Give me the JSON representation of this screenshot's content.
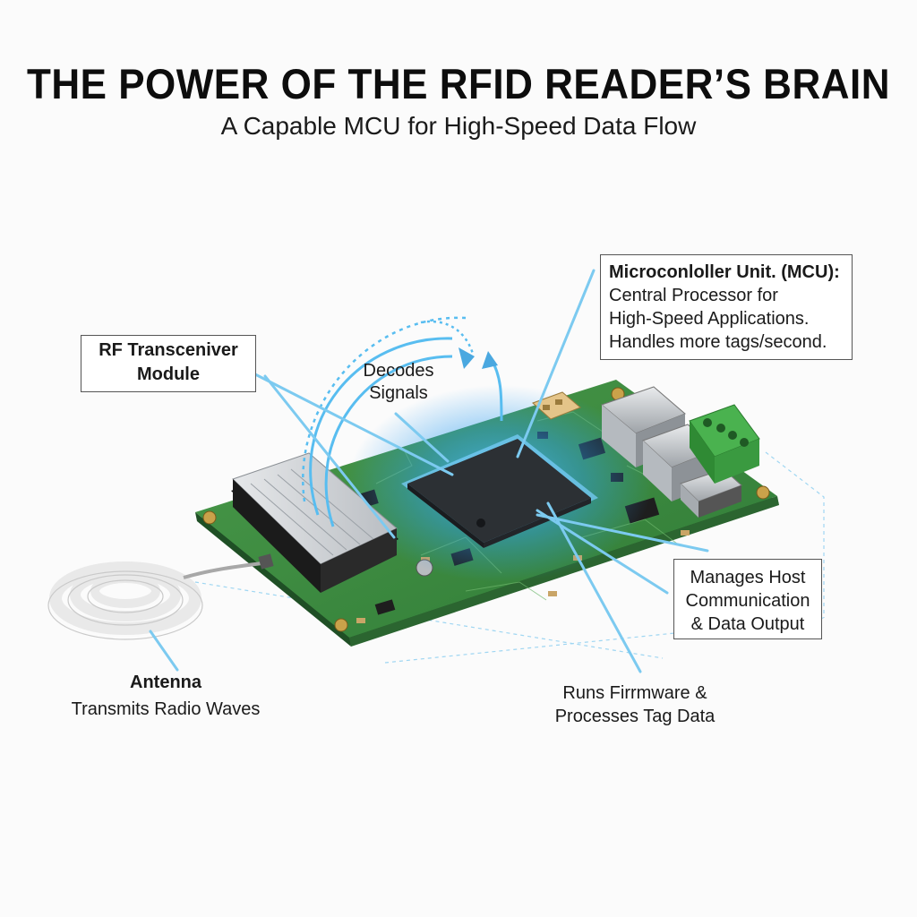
{
  "header": {
    "title": "THE POWER OF THE RFID READER’S BRAIN",
    "subtitle": "A Capable MCU for High-Speed Data Flow"
  },
  "callouts": {
    "mcu": {
      "title": "Microconloller Unit. (MCU):",
      "line1": "Central Processor for",
      "line2": "High-Speed Applications.",
      "line3": "Handles more tags/second."
    },
    "rf": {
      "line1": "RF Transceniver",
      "line2": "Module"
    },
    "decodes": {
      "line1": "Decodes",
      "line2": "Signals"
    },
    "host": {
      "line1": "Manages Host",
      "line2": "Communication",
      "line3": "& Data Output"
    },
    "firmware": {
      "line1": "Runs Firrmware &",
      "line2": "Processes Tag Data"
    },
    "antenna": {
      "title": "Antenna",
      "desc": "Transmits Radio Waves"
    }
  },
  "colors": {
    "pcb": "#3d8a3f",
    "pcb_dark": "#2a6a2e",
    "chip": "#2a2d31",
    "glow": "#3aa8f0",
    "leader": "#6cc4f0",
    "terminal": "#3fa047"
  }
}
